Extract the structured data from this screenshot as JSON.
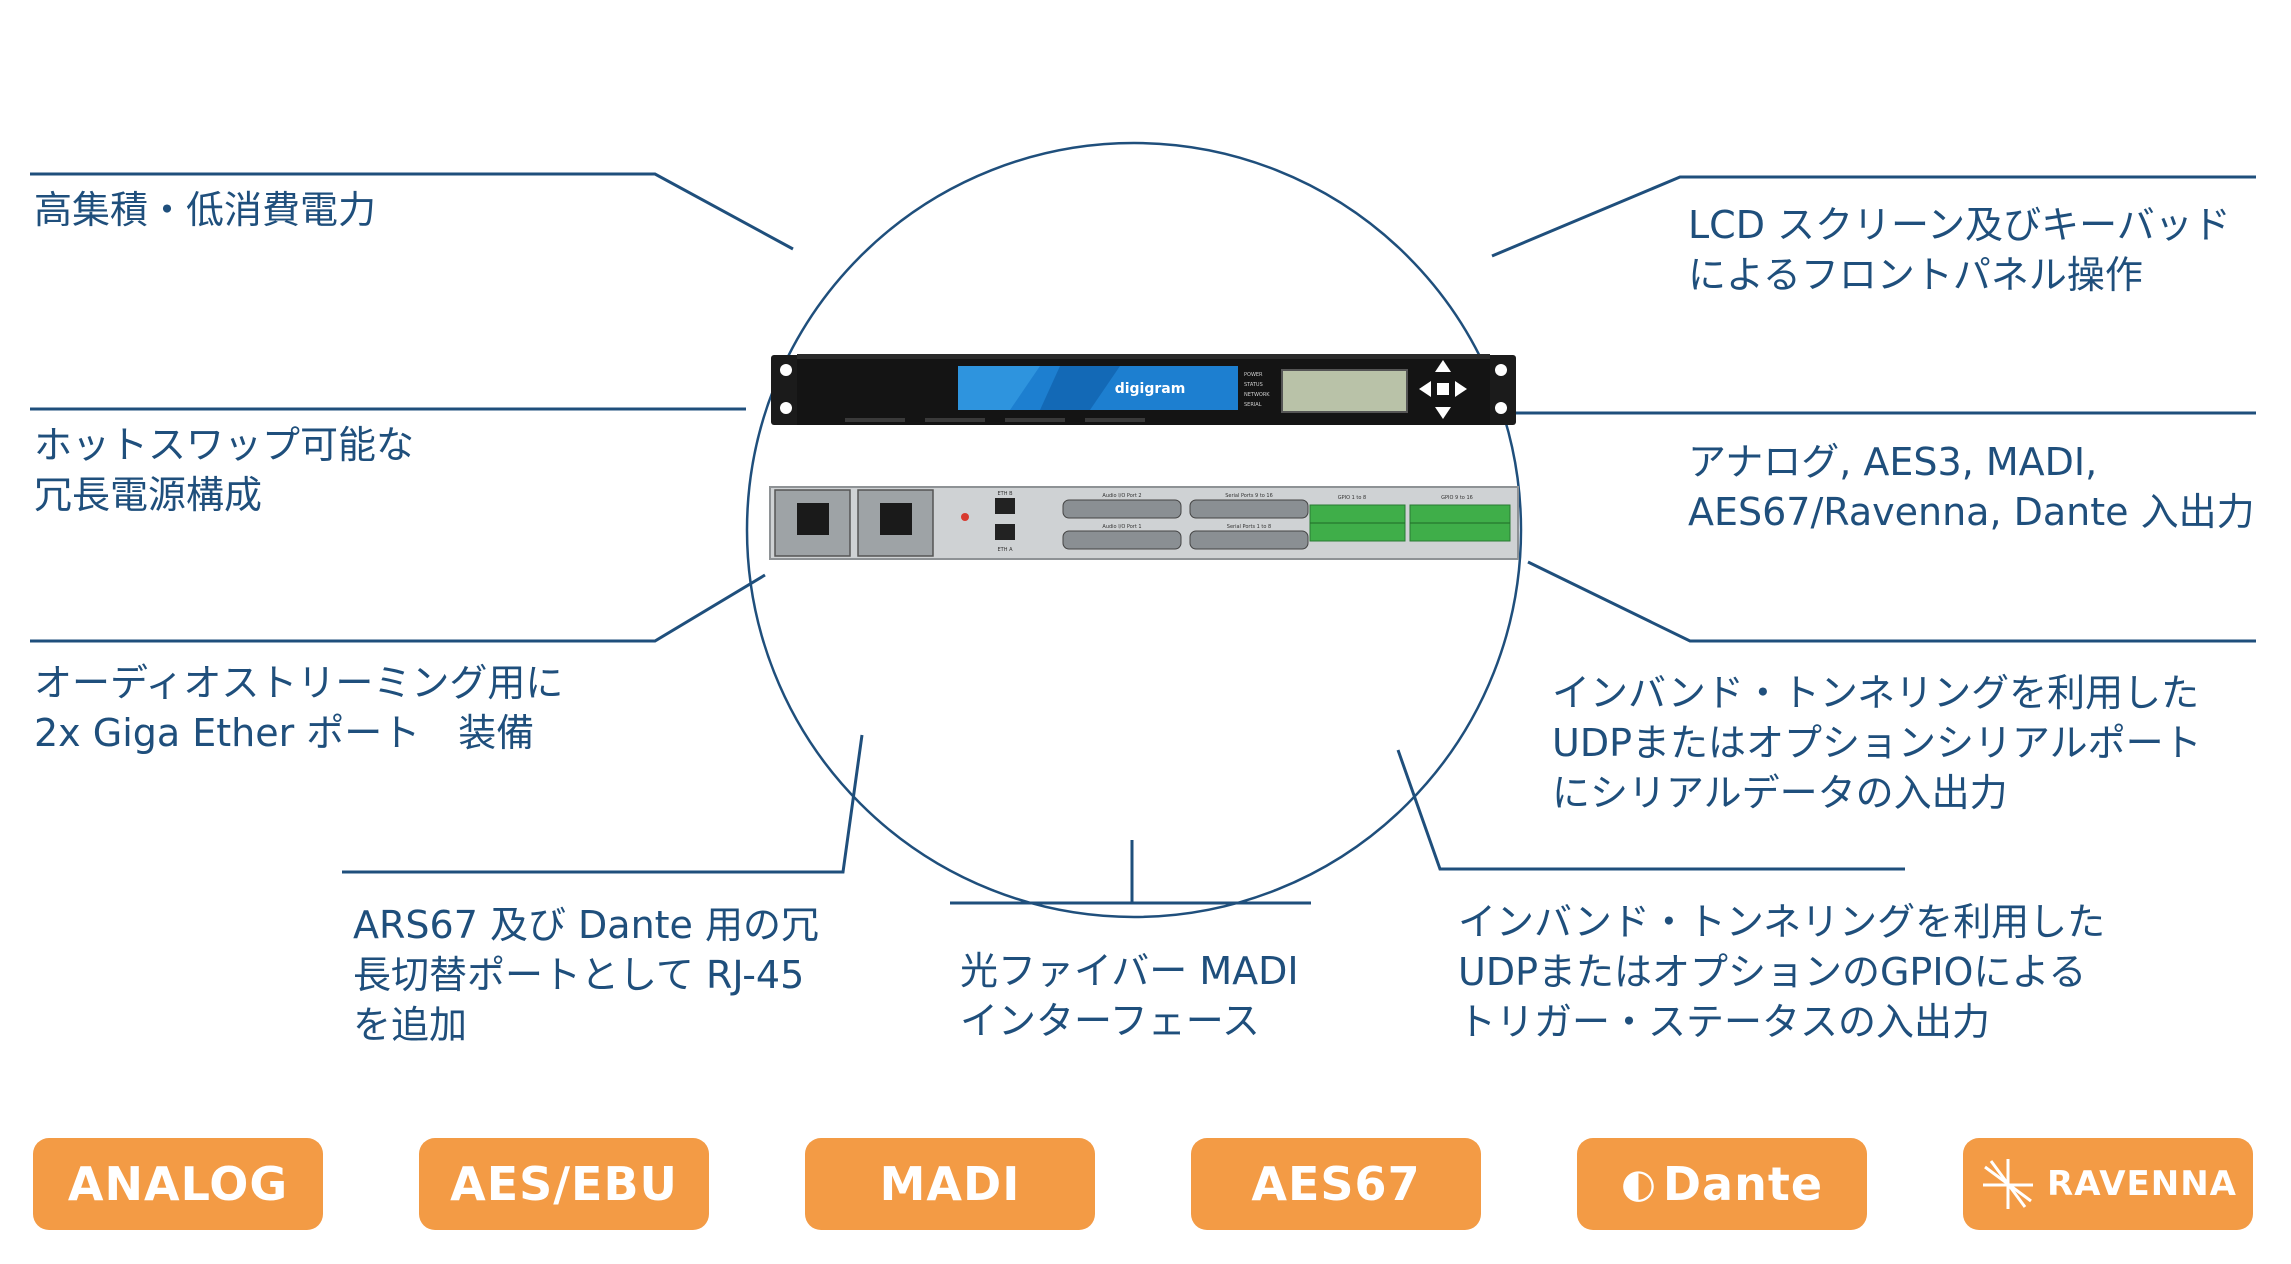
{
  "callouts": {
    "density": [
      "高集積・低消費電力"
    ],
    "hotswap": [
      "ホットスワップ可能な",
      "冗長電源構成"
    ],
    "streaming": [
      "オーディオストリーミング用に",
      "2x Giga Ether ポート　装備"
    ],
    "rj45": [
      "ARS67 及び Dante 用の冗",
      "長切替ポートとして RJ-45",
      "を追加"
    ],
    "madi_fiber": [
      "光ファイバー MADI",
      "インターフェース"
    ],
    "gpio": [
      "インバンド・トンネリングを利用した",
      "UDPまたはオプションのGPIOによる",
      "トリガー・ステータスの入出力"
    ],
    "serial": [
      "インバンド・トンネリングを利用した",
      "UDPまたはオプションシリアルポート",
      "にシリアルデータの入出力"
    ],
    "io": [
      "アナログ, AES3, MADI,",
      "AES67/Ravenna, Dante 入出力"
    ],
    "lcd": [
      "LCD スクリーン及びキーバッド",
      "によるフロントパネル操作"
    ]
  },
  "device": {
    "brand": "digigram",
    "front_indicators": [
      "POWER",
      "STATUS",
      "NETWORK",
      "SERIAL"
    ],
    "rear_labels": {
      "eth_b": "ETH B",
      "eth_a": "ETH A",
      "audio_port2": "Audio I/O  Port 2",
      "audio_port1": "Audio I/O  Port 1",
      "serial_9_16": "Serial Ports  9 to 16",
      "serial_1_8": "Serial Ports  1 to 8",
      "gpio_1_8": "GPIO  1 to 8",
      "gpio_9_16": "GPIO  9 to 16"
    }
  },
  "badges": [
    "ANALOG",
    "AES/EBU",
    "MADI",
    "AES67",
    "Dante",
    "RAVENNA"
  ],
  "colors": {
    "line": "#1f4f7c",
    "text": "#1f4f7c",
    "badge": "#f39b45",
    "gpio_green": "#3fae49"
  }
}
